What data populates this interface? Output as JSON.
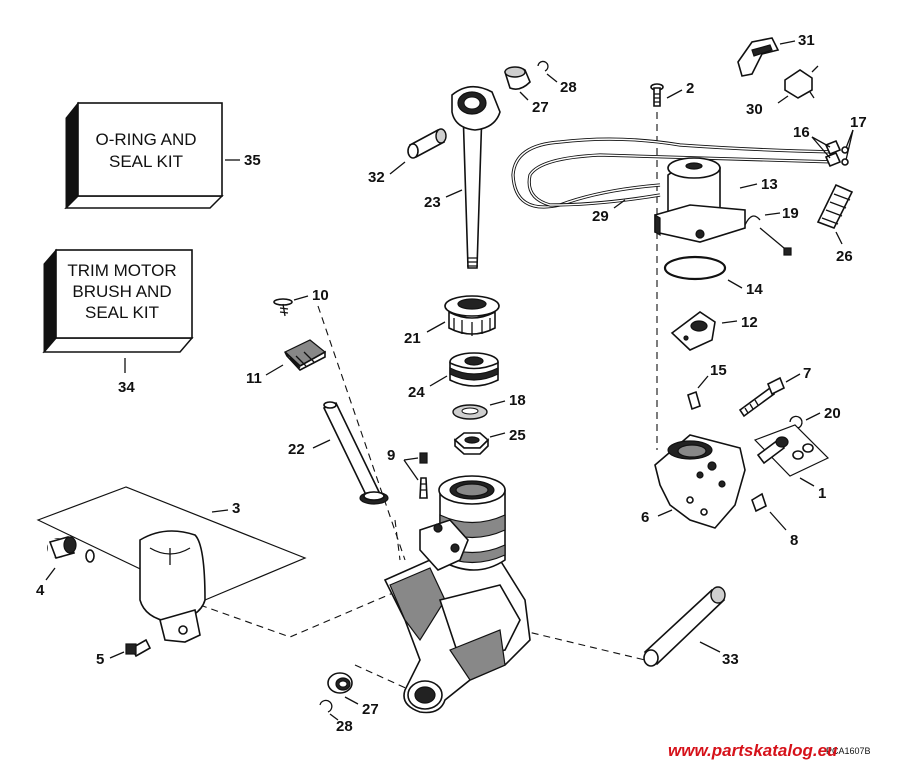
{
  "kits": {
    "oring": {
      "line1": "O-RING AND",
      "line2": "SEAL KIT",
      "callout": "35"
    },
    "trim": {
      "line1": "TRIM MOTOR",
      "line2": "BRUSH AND",
      "line3": "SEAL KIT",
      "callout": "34"
    }
  },
  "callouts": {
    "c1": "1",
    "c2": "2",
    "c3": "3",
    "c4": "4",
    "c5": "5",
    "c6": "6",
    "c7": "7",
    "c8": "8",
    "c9": "9",
    "c10": "10",
    "c11": "11",
    "c12": "12",
    "c13": "13",
    "c14": "14",
    "c15": "15",
    "c16": "16",
    "c17": "17",
    "c18": "18",
    "c19": "19",
    "c20": "20",
    "c21": "21",
    "c22": "22",
    "c23": "23",
    "c24": "24",
    "c25": "25",
    "c26": "26",
    "c27a": "27",
    "c27b": "27",
    "c28a": "28",
    "c28b": "28",
    "c29": "29",
    "c30": "30",
    "c31": "31",
    "c32": "32",
    "c33": "33"
  },
  "drawing_code": "PCA1607B",
  "watermark": "www.partskatalog.eu"
}
